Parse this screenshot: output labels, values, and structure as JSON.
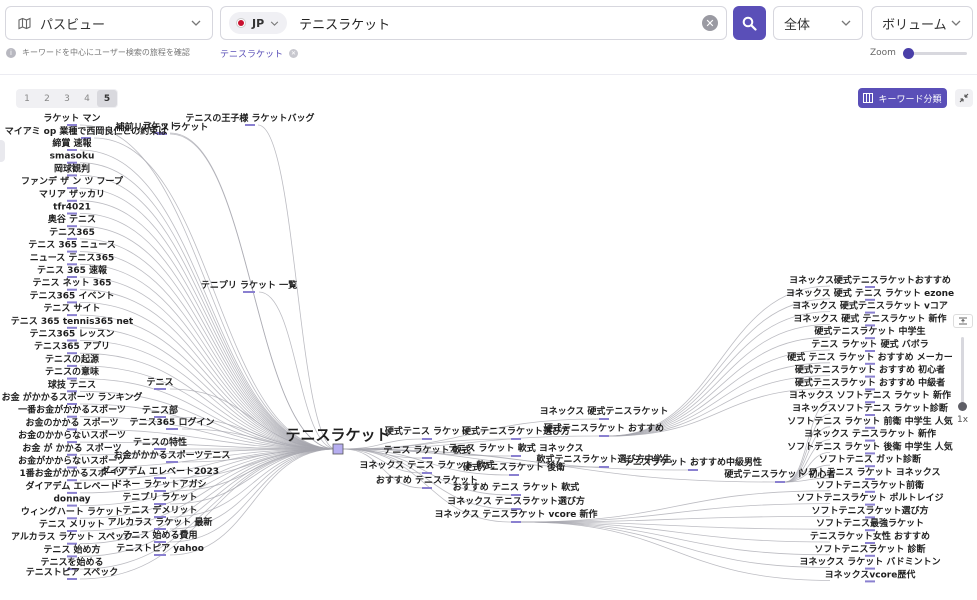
{
  "toolbar": {
    "view_selector": "パスビュー",
    "country_code": "JP",
    "query": "テニスラケット",
    "scope": "全体",
    "metric": "ボリューム",
    "hint": "キーワードを中心にユーザー検索の旅程を確認",
    "active_chip": "テニスラケット",
    "zoom_label": "Zoom"
  },
  "canvas": {
    "levels": [
      "1",
      "2",
      "3",
      "4",
      "5"
    ],
    "active_level": "5",
    "keyword_group_button": "キーワード分類",
    "vertical_zoom": "1x"
  },
  "graph": {
    "center": "テニスラケット",
    "left_nodes": [
      "テニスの王子様 ラケットバッグ",
      "ラケット マン",
      "補前リバース ラケット",
      "マイアミ op 業種で西岡良仁との約束は",
      "締賞 速報",
      "smasoku",
      "岡球観判",
      "ファンデ ザ ン ツ フープ",
      "マリア ザッカリ",
      "tfr4021",
      "奥谷 テニス",
      "テニス365",
      "テニス 365 ニュース",
      "ニュース テニス365",
      "テニス 365 速報",
      "テニス ネット 365",
      "テニス365 イベント",
      "テニス サイト",
      "テニス 365 tennis365 net",
      "テニス365 レッスン",
      "テニス365 アプリ",
      "テニスの起源",
      "テニスの意味",
      "球技 テニス",
      "お金 がかかるスポーツ ランキング",
      "一番お金がかかるスポーツ",
      "お金のかかる スポーツ",
      "お金のかからないスポーツ",
      "お金 が かかる スポーツ",
      "お金がかからないスポーツ",
      "1番お金がかかるスポーツ",
      "ダイアデム エレベート",
      "donnay",
      "ウィングハート ラケット",
      "テニス メリット",
      "アルカラス ラケット スペック",
      "テニス 始め方",
      "テニスを始める",
      "テニストピア スペック",
      "テニプリ ラケット 一覧",
      "ラケット",
      "テニス",
      "テニス部",
      "テニス365 ログイン",
      "テニスの特性",
      "お金がかかるスポーツテニス",
      "ダイアデム エレベート2023",
      "ドネー ラケットアガシ",
      "テニプリ ラケット",
      "テニス デメリット",
      "アルカラス ラケット 最新",
      "テニス 始める費用",
      "テニストピア yahoo"
    ],
    "mid_nodes": [
      "硬式テニス ラケット",
      "硬式テニスラケット選び方",
      "テニス ラケット 軟式",
      "ヨネックス テニス ラケット 軟式",
      "おすすめ テニスラケット",
      "硬式テニスラケット 後衛",
      "テニス ラケット 軟式 ヨネックス",
      "ヨネックス 硬式テニスラケット",
      "硬式テニスラケット おすすめ",
      "軟式テニスラケット選び方中学生",
      "テニスラケット おすすめ中級男性",
      "おすすめ テニス ラケット 軟式",
      "ヨネックス テニスラケット選び方",
      "ヨネックス テニスラケット vcore 新作",
      "硬式テニスラケット 初心者"
    ],
    "right_nodes": [
      "ヨネックス硬式テニスラケットおすすめ",
      "ヨネックス 硬式 テニス ラケット ezone",
      "ヨネックス 硬式テニスラケット vコア",
      "ヨネックス 硬式 テニスラケット 新作",
      "硬式テニスラケット 中学生",
      "テニス ラケット 硬式 バボラ",
      "硬式 テニス ラケット おすすめ メーカー",
      "硬式テニスラケット おすすめ 初心者",
      "硬式テニスラケット おすすめ 中級者",
      "ヨネックス ソフトテニス ラケット 新作",
      "ヨネックスソフトテニス ラケット診断",
      "ソフトテニス ラケット 前衛 中学生 人気",
      "ヨネックス テニスラケット 新作",
      "ソフトテニス ラケット 後衛 中学生 人気",
      "ソフトテニス ガット診断",
      "ソフトテニス ラケット ヨネックス",
      "ソフトテニスラケット前衛",
      "ソフトテニスラケット ポルトレイジ",
      "ソフトテニスラケット選び方",
      "ソフトテニス最強ラケット",
      "テニスラケット女性 おすすめ",
      "ソフトテニスラケット 診断",
      "ヨネックス ラケット バドミントン",
      "ヨネックスvcore歴代"
    ]
  },
  "colors": {
    "accent": "#5a4fb8",
    "node_bar": "#8a80d0",
    "center_node": "#b6aef0",
    "edge": "#a5a5ad"
  }
}
